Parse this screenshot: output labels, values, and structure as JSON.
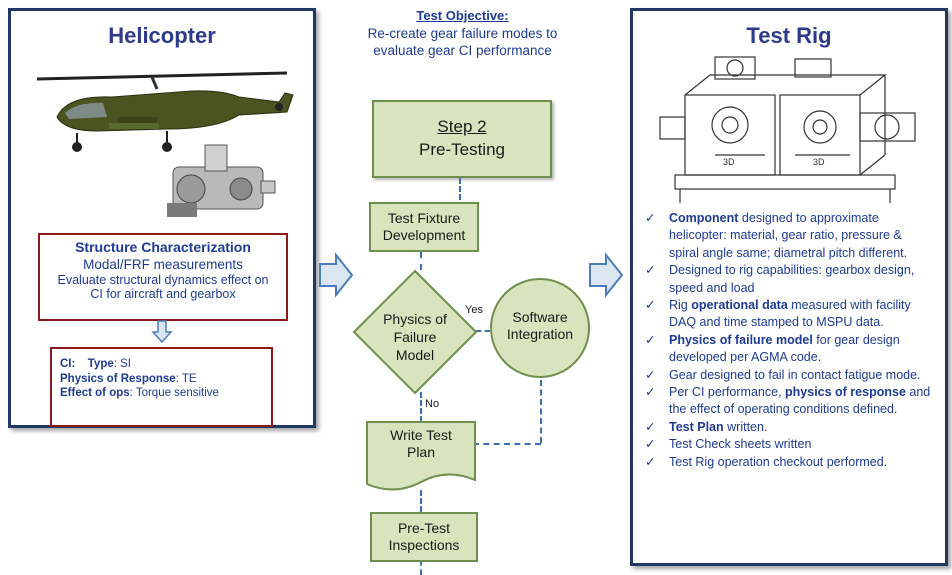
{
  "left_panel": {
    "title": "Helicopter",
    "structure_box": {
      "heading": "Structure Characterization",
      "line1": "Modal/FRF measurements",
      "line2": "Evaluate structural dynamics effect on",
      "line3": "CI for aircraft and gearbox"
    },
    "ci_box": {
      "ci_label": "CI:",
      "type_label": "Type",
      "type_value": ": SI",
      "response_label": "Physics of Response",
      "response_value": ":  TE",
      "ops_label": "Effect of ops",
      "ops_value": ":  Torque sensitive"
    }
  },
  "center": {
    "objective_title": "Test Objective:",
    "objective_line1": "Re-create gear failure modes to",
    "objective_line2": "evaluate gear CI performance",
    "step_title": "Step 2",
    "step_sub": "Pre-Testing",
    "fixture_line1": "Test Fixture",
    "fixture_line2": "Development",
    "physics_line1": "Physics of",
    "physics_line2": "Failure",
    "physics_line3": "Model",
    "yes_label": "Yes",
    "no_label": "No",
    "software_line1": "Software",
    "software_line2": "Integration",
    "write_line1": "Write Test",
    "write_line2": "Plan",
    "inspect_line1": "Pre-Test",
    "inspect_line2": "Inspections"
  },
  "right_panel": {
    "title": "Test Rig",
    "checklist": [
      {
        "bold": "Component",
        "text": " designed to approximate helicopter: material, gear ratio, pressure & spiral angle same; diametral pitch different."
      },
      {
        "bold": "",
        "text": "Designed to rig capabilities:  gearbox design, speed and load"
      },
      {
        "pre": "Rig ",
        "bold": "operational data",
        "text": " measured with facility DAQ and time stamped to MSPU data."
      },
      {
        "bold": "Physics of failure model",
        "text": " for gear design developed per AGMA code."
      },
      {
        "bold": "",
        "text": "Gear designed to fail in contact fatigue mode."
      },
      {
        "pre": "Per CI performance, ",
        "bold": "physics of response",
        "text": " and the effect of operating conditions defined."
      },
      {
        "bold": "Test Plan",
        "text": " written."
      },
      {
        "bold": "",
        "text": "Test Check sheets written"
      },
      {
        "bold": "",
        "text": "Test Rig operation checkout performed."
      }
    ]
  },
  "colors": {
    "panel_border": "#1f3864",
    "title_text": "#2e3a8c",
    "flow_fill": "#d7e4bd",
    "flow_border": "#6f8f4e",
    "arrow_fill": "#dce6f2",
    "arrow_stroke": "#4a7ebb",
    "red_border": "#8b1a1a"
  }
}
